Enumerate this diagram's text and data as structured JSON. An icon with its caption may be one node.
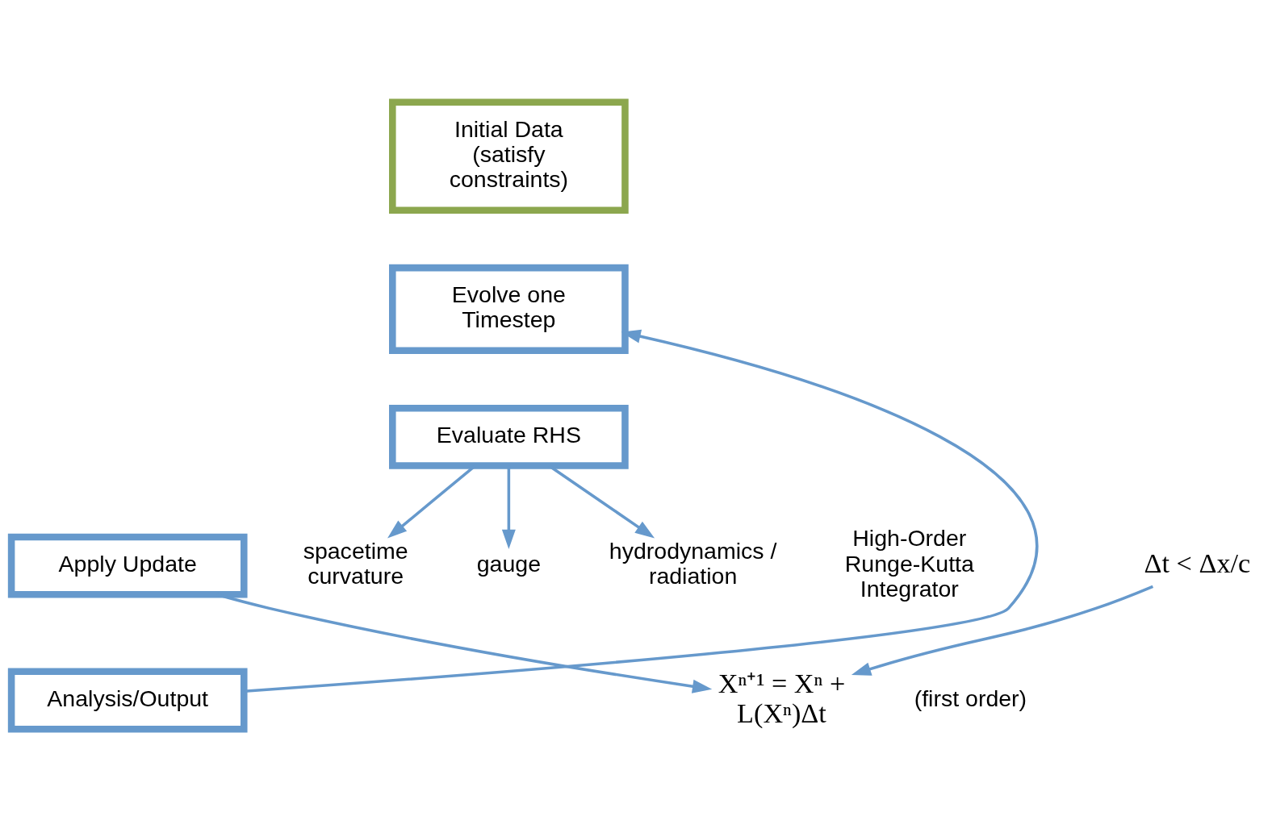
{
  "diagram": {
    "nodes": [
      {
        "text": [
          "Initial Data (satisfy constraints)"
        ]
      },
      {
        "text": [
          "Evolve one Timestep"
        ]
      },
      {
        "text": [
          "Evaluate RHS"
        ]
      },
      {
        "text": [
          "Apply Update"
        ]
      },
      {
        "text": [
          "Analysis/Output"
        ]
      },
      {
        "text": [
          "spacetime curvature"
        ]
      },
      {
        "text": [
          "gauge"
        ]
      },
      {
        "text": [
          "hydrodynamics / radiation"
        ]
      },
      {
        "text": [
          "Xⁿ⁺¹ = Xⁿ + L(Xⁿ)Δt"
        ],
        "beside": [
          "(first order)"
        ]
      },
      {
        "text": [
          "Δt < Δx/c"
        ]
      }
    ],
    "edges": [
      {
        "from": 4,
        "to": 1,
        "arrow": "to"
      },
      {
        "from": 2,
        "to": 5,
        "arrow": "to"
      },
      {
        "from": 2,
        "to": 6,
        "arrow": "to"
      },
      {
        "from": 2,
        "to": 7,
        "arrow": "to"
      },
      {
        "from": 3,
        "to": 8,
        "arrow": "to"
      },
      {
        "from": 9,
        "to": 8,
        "arrow": "to"
      }
    ],
    "labels": [
      "High-Order Runge-Kutta Integrator"
    ]
  }
}
